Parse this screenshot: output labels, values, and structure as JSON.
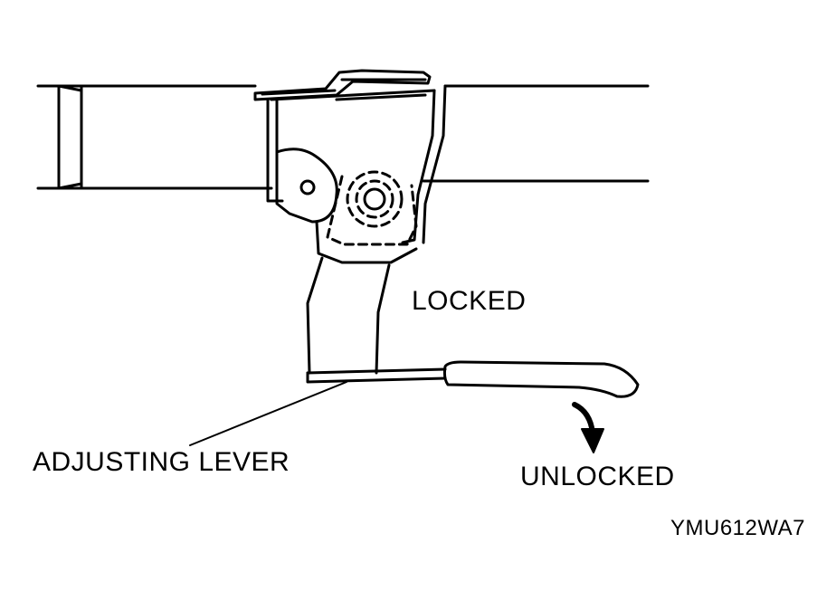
{
  "labels": {
    "locked": "LOCKED",
    "unlocked": "UNLOCKED",
    "adjusting_lever": "ADJUSTING LEVER",
    "figure_code": "YMU612WA7"
  },
  "colors": {
    "line": "#000000",
    "background": "#ffffff"
  }
}
